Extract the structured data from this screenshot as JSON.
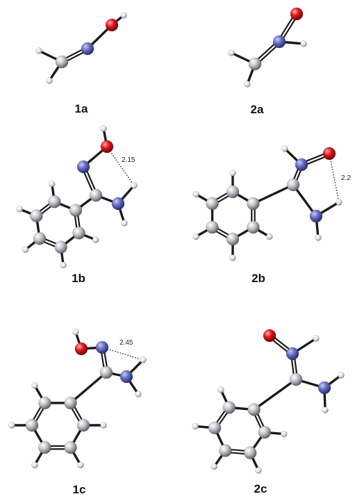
{
  "colors": {
    "carbon": "#b9bcc3",
    "nitrogen": "#5a64b8",
    "oxygen": "#e0151c",
    "hydrogen": "#e6e6e6",
    "bond": "#1a1a1a"
  },
  "panels": [
    {
      "id": "1a",
      "label": "1a",
      "distance": ""
    },
    {
      "id": "2a",
      "label": "2a",
      "distance": ""
    },
    {
      "id": "1b",
      "label": "1b",
      "distance": "2.15"
    },
    {
      "id": "2b",
      "label": "2b",
      "distance": "2.2"
    },
    {
      "id": "1c",
      "label": "1c",
      "distance": "2.45"
    },
    {
      "id": "2c",
      "label": "2c",
      "distance": ""
    }
  ]
}
